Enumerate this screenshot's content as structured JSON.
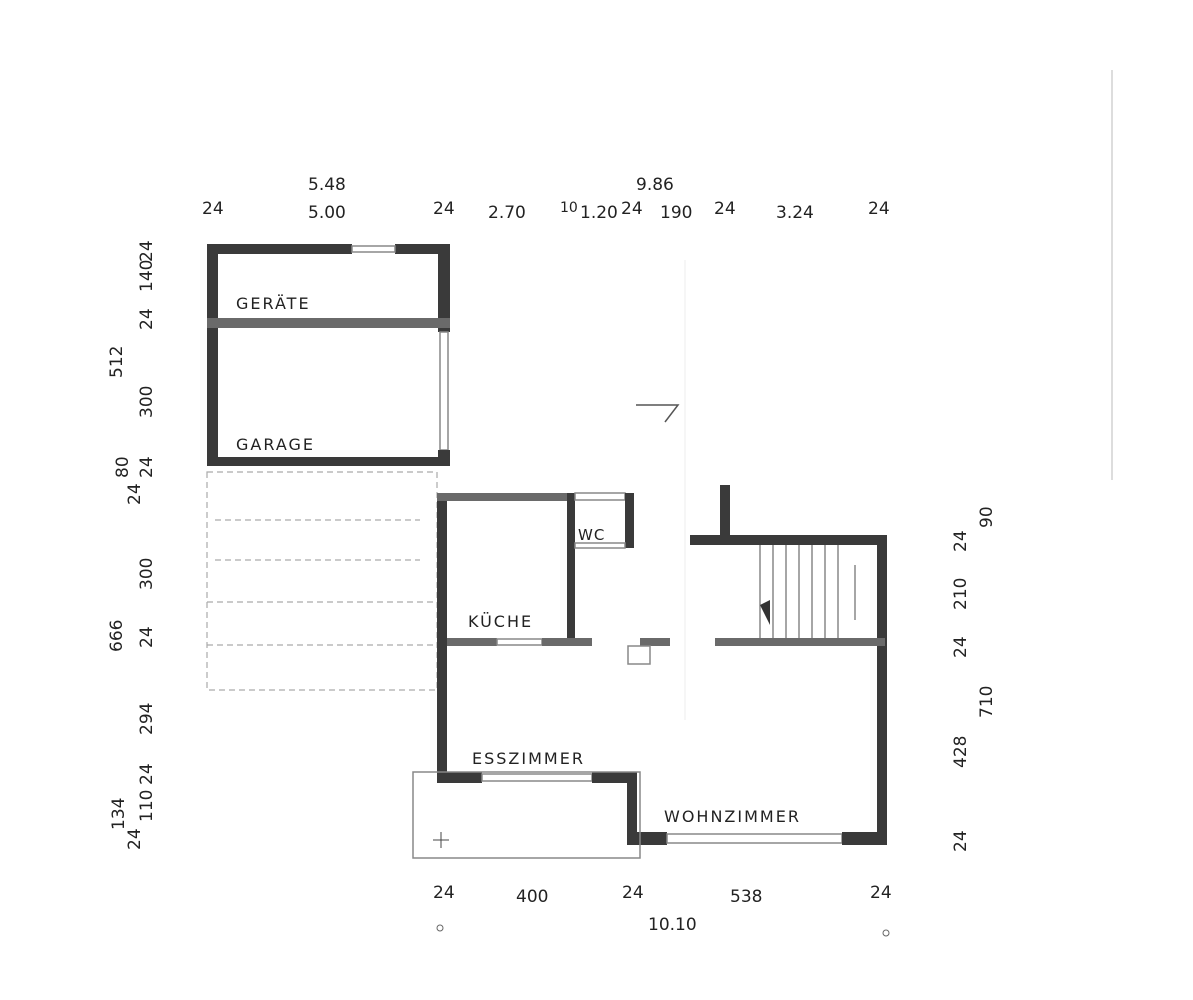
{
  "plan": {
    "rooms": {
      "geraete": "GERÄTE",
      "garage": "GARAGE",
      "wc": "WC",
      "kueche": "KÜCHE",
      "esszimmer": "ESSZIMMER",
      "wohnzimmer": "WOHNZIMMER"
    },
    "top_dims": {
      "overall_left": "5.48",
      "overall_right": "9.86",
      "wall_1": "24",
      "garage_width": "5.00",
      "wall_2": "24",
      "seg_1": "2.70",
      "wall_10": "10",
      "seg_2": "1.20",
      "wall_3": "24",
      "seg_3": "190",
      "wall_4": "24",
      "seg_4": "3.24",
      "wall_5": "24"
    },
    "left_dims": {
      "wall_1": "24",
      "geraete_depth": "140",
      "wall_2": "24",
      "overall_garage": "512",
      "garage_depth": "300",
      "wall_3": "24",
      "offset_80": "80",
      "wall_4": "24",
      "carport_depth": "300",
      "overall_house": "666",
      "wall_5": "24",
      "ess_depth": "294",
      "wall_6": "24",
      "terrace": "110",
      "overall_134": "134",
      "wall_7": "24"
    },
    "right_dims": {
      "offset_90": "90",
      "wall_1": "24",
      "stair_depth": "210",
      "wall_2": "24",
      "overall": "710",
      "living_depth": "428",
      "wall_3": "24"
    },
    "bottom_dims": {
      "wall_1": "24",
      "seg_1": "400",
      "wall_2": "24",
      "overall": "10.10",
      "seg_2": "538",
      "wall_3": "24"
    }
  }
}
